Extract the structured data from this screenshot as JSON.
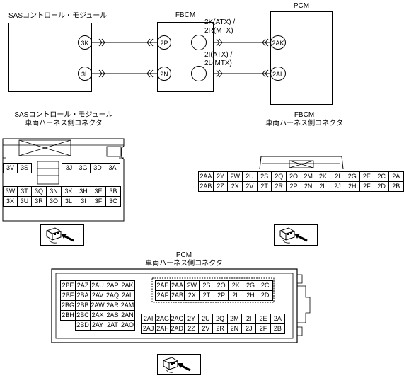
{
  "diagram": {
    "sas_title": "SASコントロール・モジュール",
    "fbcm_title": "FBCM",
    "pcm_title": "PCM",
    "sas_pins": [
      "3K",
      "3L"
    ],
    "fbcm_pins": [
      "2P",
      "2N"
    ],
    "pcm_pins": [
      "2AK",
      "2AL"
    ],
    "wire_label_1a": "2K(ATX) /",
    "wire_label_1b": "2R(MTX)",
    "wire_label_2a": "2I(ATX) /",
    "wire_label_2b": "2L(MTX)"
  },
  "sas_connector": {
    "title_line1": "SASコントロール・モジュール",
    "title_line2": "車両ハーネス側コネクタ",
    "row1": [
      "3V",
      "3S",
      "",
      "3J",
      "3G",
      "3D",
      "3A"
    ],
    "row2": [
      "3W",
      "3T",
      "3Q",
      "3N",
      "3K",
      "3H",
      "3E",
      "3B"
    ],
    "row3": [
      "3X",
      "3U",
      "3R",
      "3O",
      "3L",
      "3I",
      "3F",
      "3C"
    ]
  },
  "fbcm_connector": {
    "title_line1": "FBCM",
    "title_line2": "車両ハーネス側コネクタ",
    "row1": [
      "2AA",
      "2Y",
      "2W",
      "2U",
      "2S",
      "2Q",
      "2O",
      "2M",
      "2K",
      "2I",
      "2G",
      "2E",
      "2C",
      "2A"
    ],
    "row2": [
      "2AB",
      "2Z",
      "2X",
      "2V",
      "2T",
      "2R",
      "2P",
      "2N",
      "2L",
      "2J",
      "2H",
      "2F",
      "2D",
      "2B"
    ]
  },
  "pcm_connector": {
    "title_line1": "PCM",
    "title_line2": "車両ハーネス側コネクタ",
    "left_rows": [
      [
        "2BE",
        "2AZ",
        "2AU",
        "2AP",
        "2AK"
      ],
      [
        "2BF",
        "2BA",
        "2AV",
        "2AQ",
        "2AL"
      ],
      [
        "2BG",
        "2BB",
        "2AW",
        "2AR",
        "2AM"
      ],
      [
        "2BH",
        "2BC",
        "2AX",
        "2AS",
        "2AN"
      ],
      [
        "",
        "2BD",
        "2AY",
        "2AT",
        "2AO"
      ]
    ],
    "mid_rows": [
      [
        "2AE",
        "2AA",
        "2W",
        "2S",
        "2O",
        "2K",
        "2G",
        "2C"
      ],
      [
        "2AF",
        "2AB",
        "2X",
        "2T",
        "2P",
        "2L",
        "2H",
        "2D"
      ]
    ],
    "bottom_rows": [
      [
        "2AI",
        "2AG",
        "2AC",
        "2Y",
        "2U",
        "2Q",
        "2M",
        "2I",
        "2E",
        "2A"
      ],
      [
        "2AJ",
        "2AH",
        "2AD",
        "2Z",
        "2V",
        "2R",
        "2N",
        "2J",
        "2F",
        "2B"
      ]
    ]
  },
  "icons": [
    "connector-view-icon",
    "connector-view-icon",
    "connector-view-icon"
  ]
}
